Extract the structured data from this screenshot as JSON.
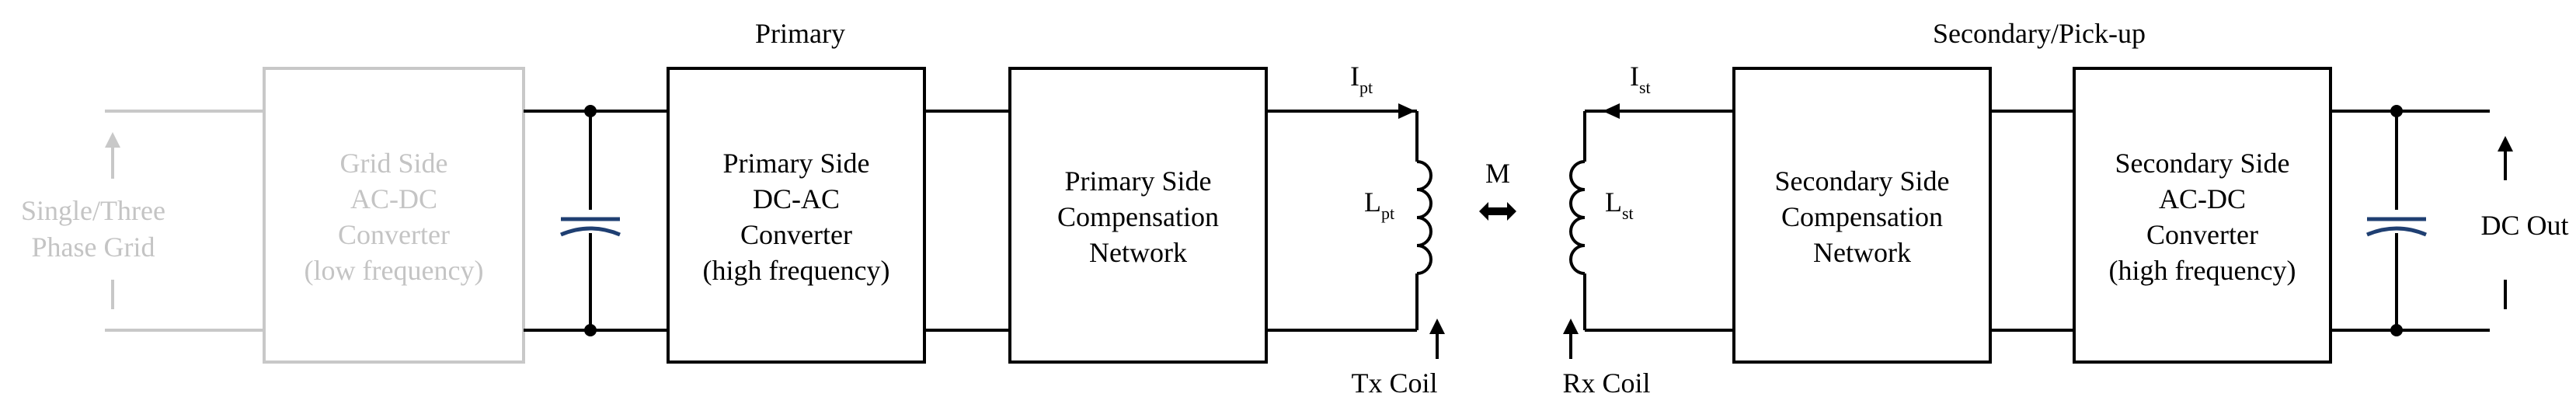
{
  "colors": {
    "line": "#000000",
    "inactive": "#c8c8c8",
    "capacitor": "#1f3f72"
  },
  "section_titles": {
    "primary": "Primary",
    "secondary": "Secondary/Pick-up"
  },
  "input": {
    "line1": "Single/Three",
    "line2": "Phase Grid"
  },
  "blocks": {
    "grid_side": [
      "Grid Side",
      "AC-DC",
      "Converter",
      "(low frequency)"
    ],
    "primary_dcac": [
      "Primary Side",
      "DC-AC",
      "Converter",
      "(high frequency)"
    ],
    "primary_comp": [
      "Primary Side",
      "Compensation",
      "Network"
    ],
    "secondary_comp": [
      "Secondary Side",
      "Compensation",
      "Network"
    ],
    "secondary_acdc": [
      "Secondary Side",
      "AC-DC",
      "Converter",
      "(high frequency)"
    ]
  },
  "coils": {
    "ipt": {
      "main": "I",
      "sub": "pt"
    },
    "lpt": {
      "main": "L",
      "sub": "pt"
    },
    "ist": {
      "main": "I",
      "sub": "st"
    },
    "lst": {
      "main": "L",
      "sub": "st"
    },
    "mutual": "M",
    "tx": "Tx Coil",
    "rx": "Rx Coil"
  },
  "output": {
    "label": "DC Out"
  }
}
